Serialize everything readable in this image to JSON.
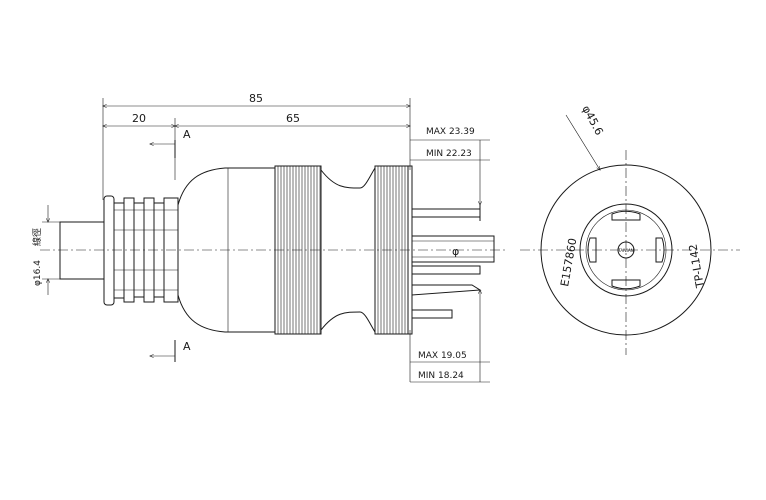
{
  "dimensions": {
    "overall_length": "85",
    "left_length": "20",
    "right_length": "65",
    "cable_diameter": "φ16.4",
    "cable_note": "線徑",
    "face_diameter": "φ45.6",
    "blade_symbol": "φ"
  },
  "section_marks": {
    "top": "A",
    "bottom": "A"
  },
  "tolerances": {
    "upper_max": "MAX  23.39",
    "upper_min": "MIN  22.23",
    "lower_max": "MAX  19.05",
    "lower_min": "MIN  18.24"
  },
  "face_labels": {
    "left_text": "E157860",
    "right_text": "TP-L142",
    "center_mark": "TAIWAN"
  },
  "colors": {
    "line": "#1a1a1a",
    "background": "#ffffff"
  }
}
